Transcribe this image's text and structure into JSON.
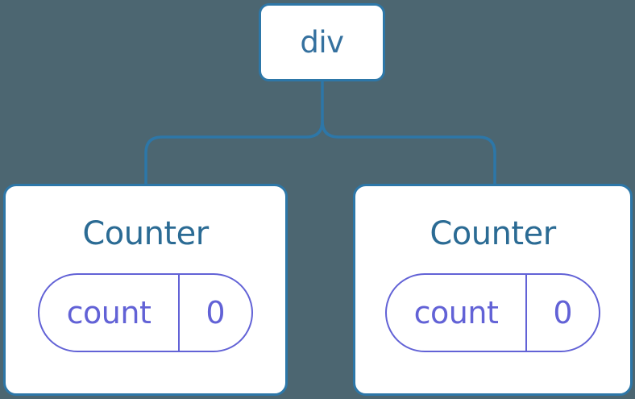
{
  "tree": {
    "root": {
      "label": "div"
    },
    "children": [
      {
        "title": "Counter",
        "state": {
          "key": "count",
          "value": "0"
        }
      },
      {
        "title": "Counter",
        "state": {
          "key": "count",
          "value": "0"
        }
      }
    ]
  },
  "colors": {
    "background": "#4c6671",
    "node_background": "#ffffff",
    "node_border": "#2d77a8",
    "connector_line": "#2d77a8",
    "root_label_text": "#35719f",
    "component_title_text": "#2b6b94",
    "state_pill": "#6262d6"
  }
}
